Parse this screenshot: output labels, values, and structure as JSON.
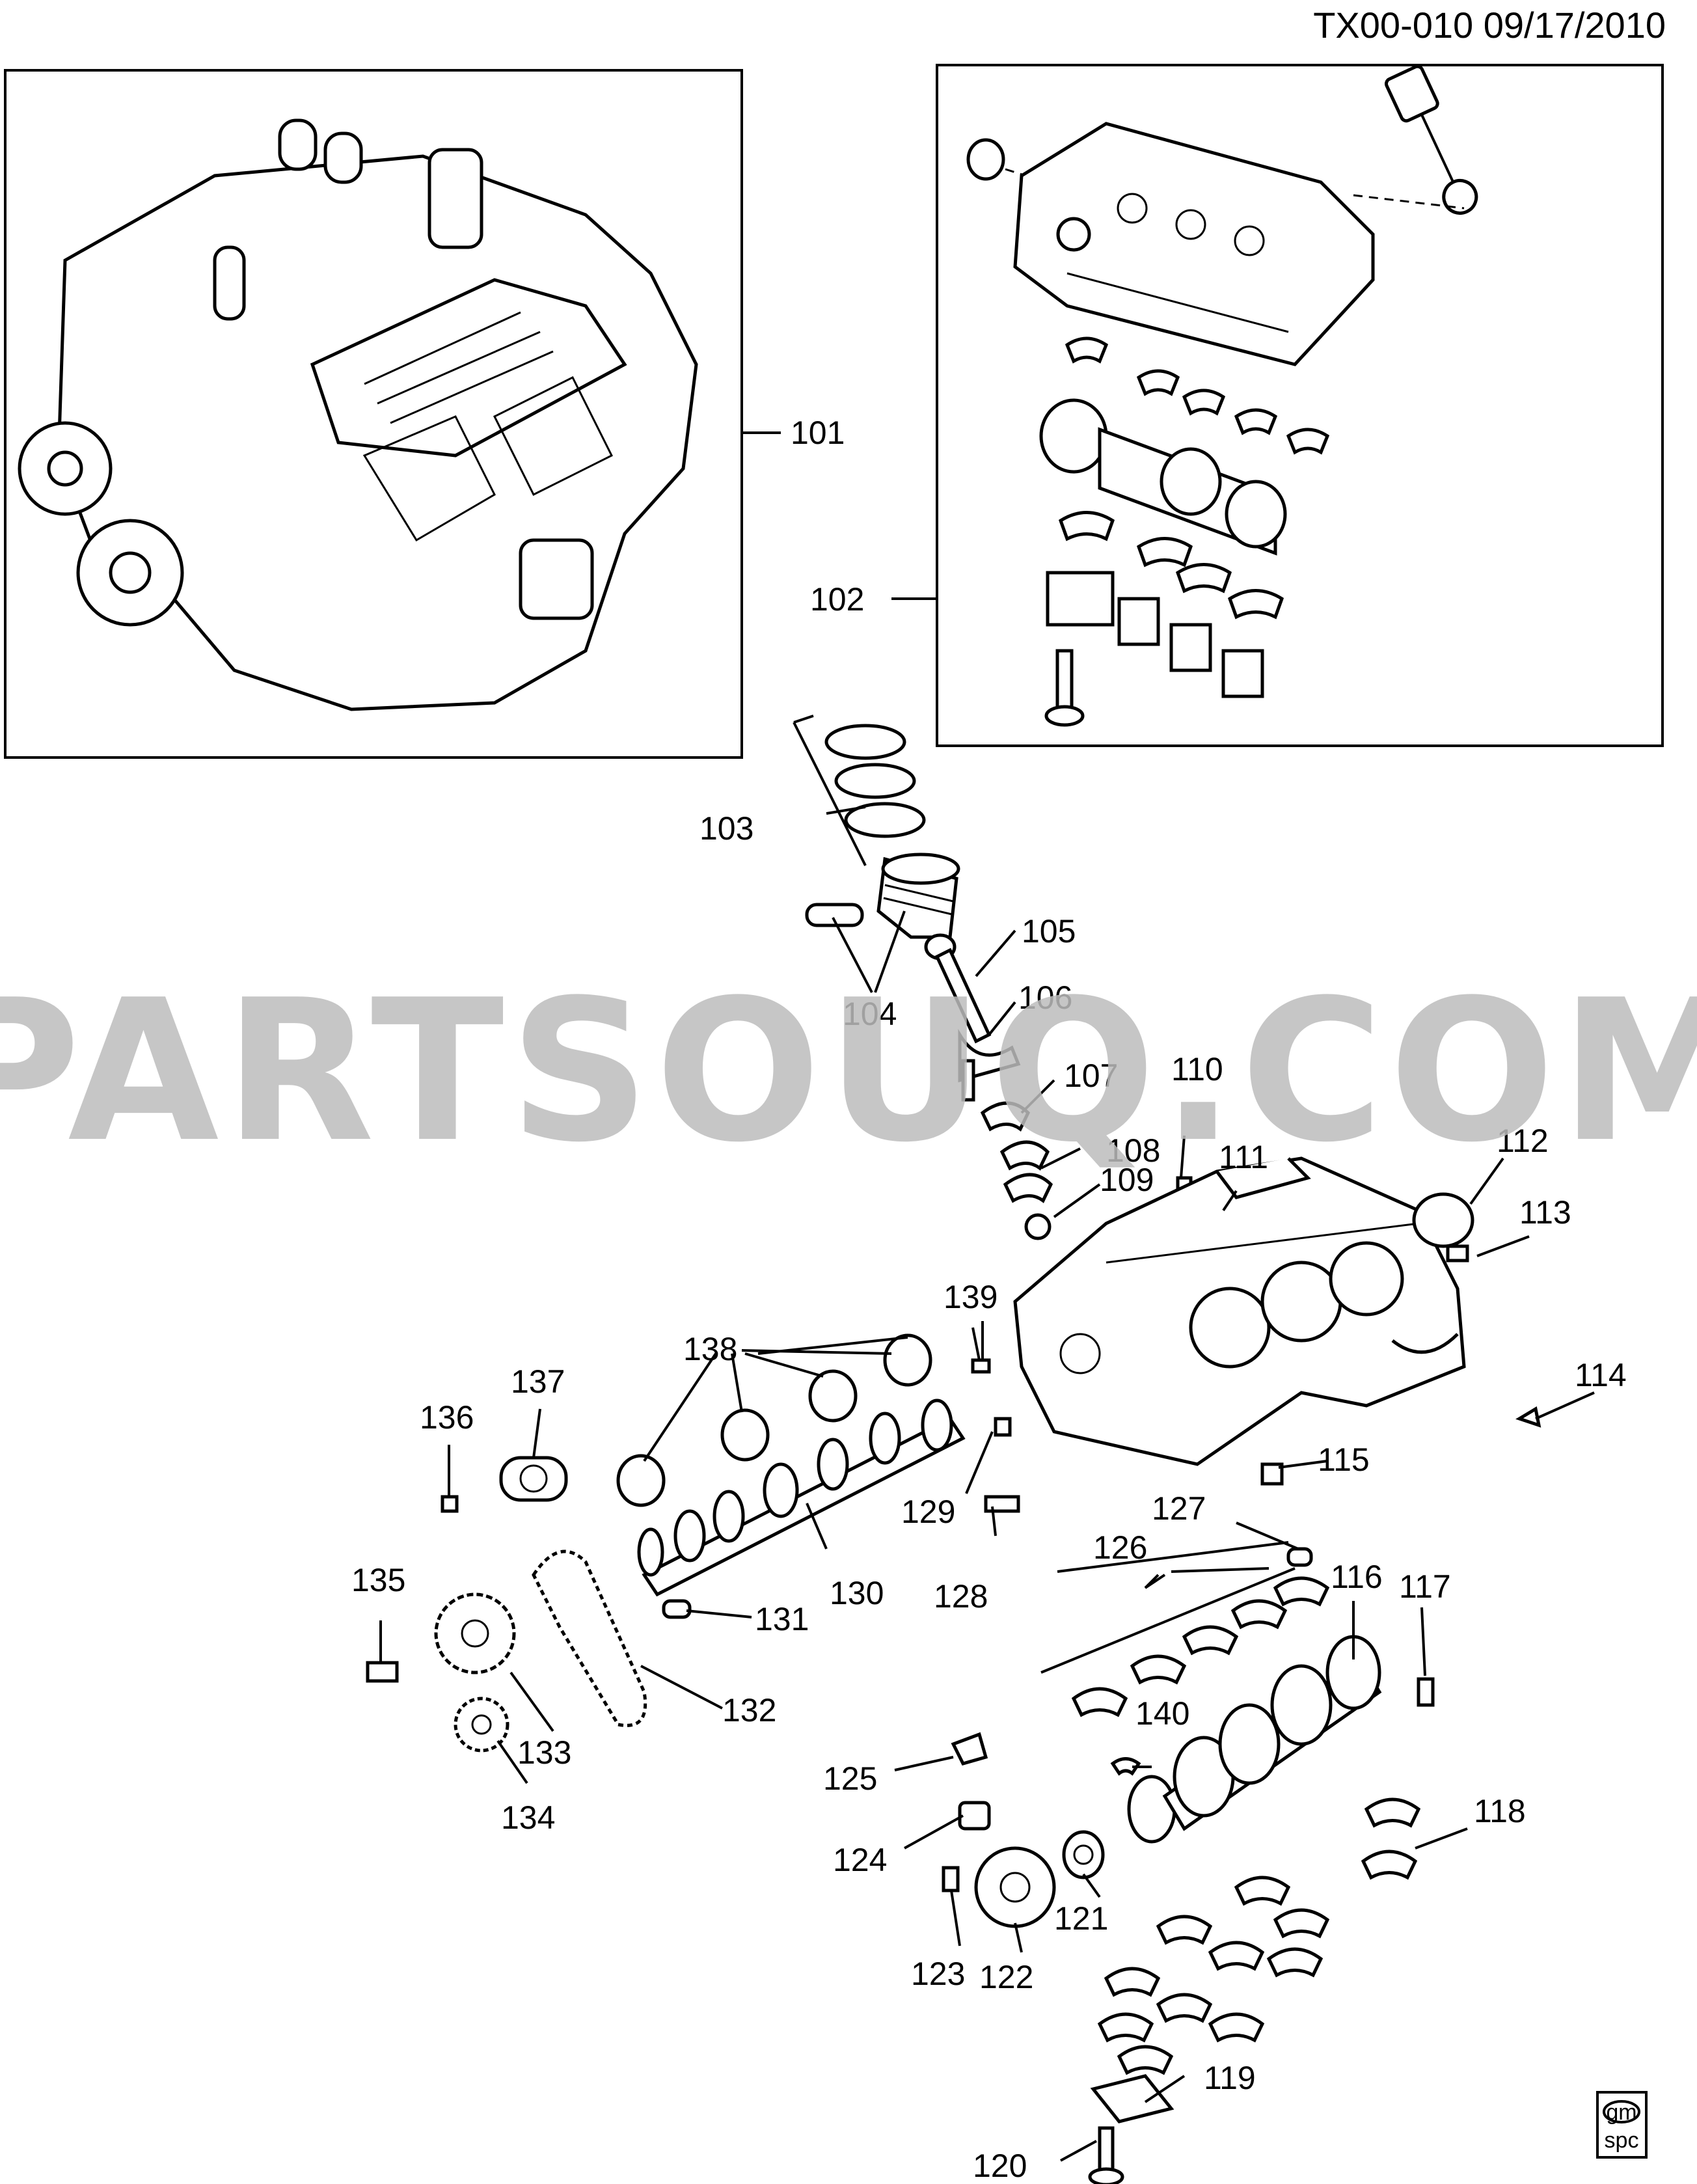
{
  "header": {
    "code": "TX00-010",
    "date": "09/17/2010"
  },
  "watermark": "PARTSOUQ.COM",
  "logo": {
    "line1": "gm",
    "line2": "spc"
  },
  "callouts": [
    "101",
    "102",
    "103",
    "104",
    "105",
    "106",
    "107",
    "108",
    "109",
    "110",
    "111",
    "112",
    "113",
    "114",
    "115",
    "116",
    "117",
    "118",
    "119",
    "120",
    "121",
    "122",
    "123",
    "124",
    "125",
    "126",
    "127",
    "128",
    "129",
    "130",
    "131",
    "132",
    "133",
    "134",
    "135",
    "136",
    "137",
    "138",
    "139",
    "140"
  ]
}
